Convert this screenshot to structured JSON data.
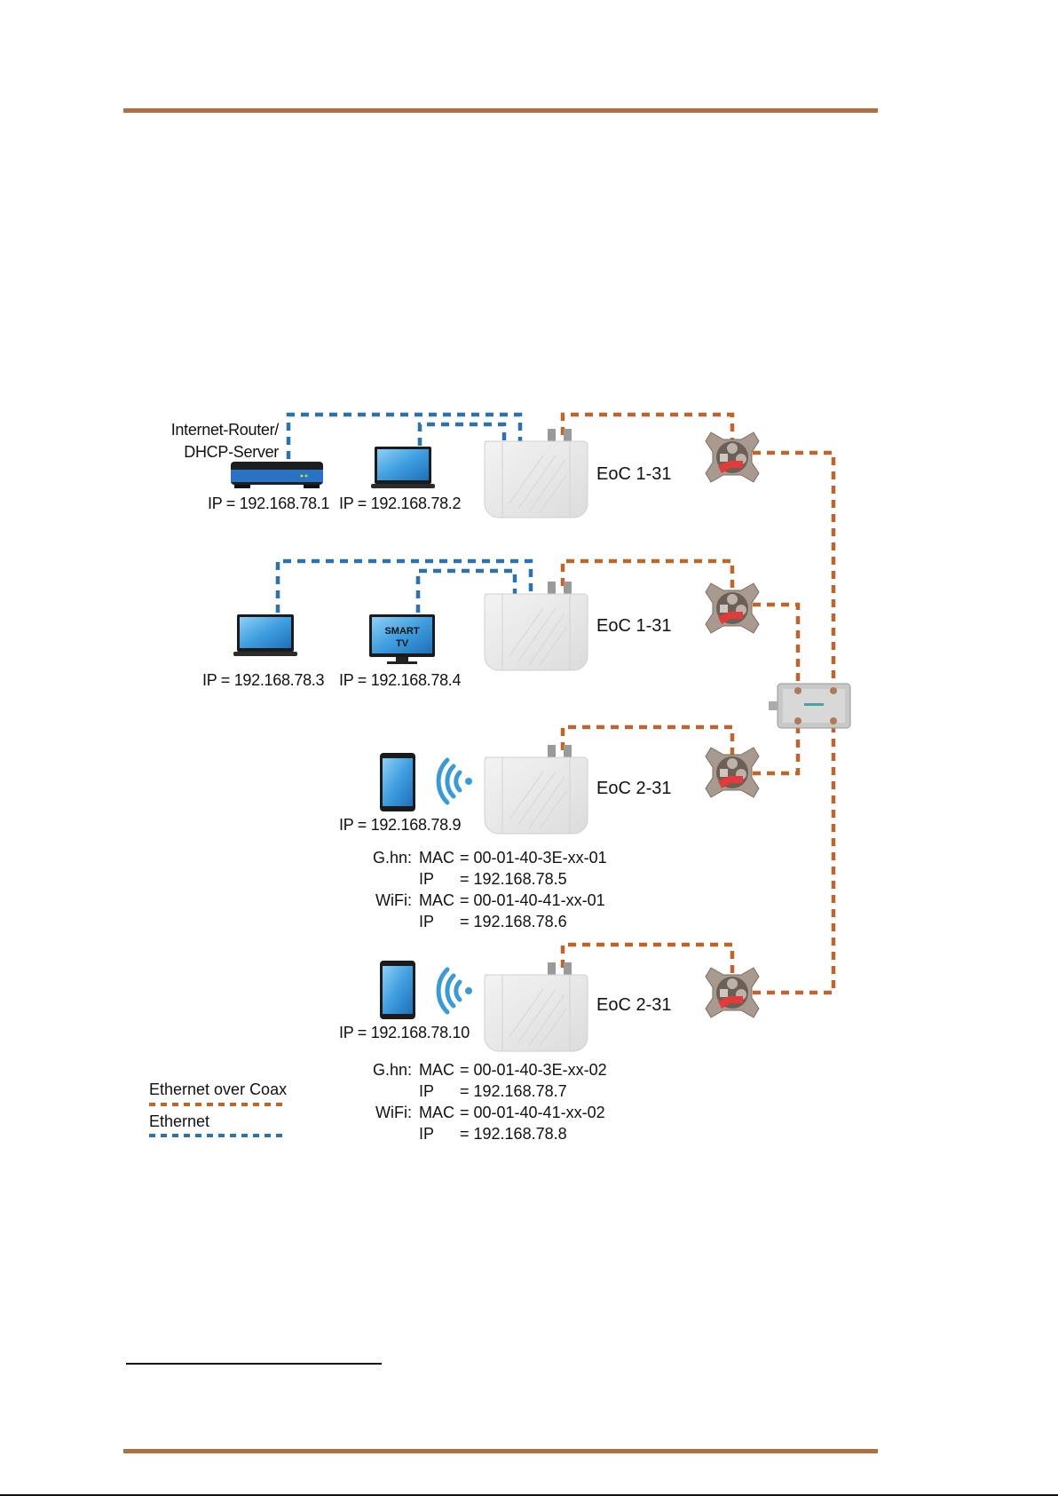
{
  "colors": {
    "rule": "#b07040",
    "coax": "#c0642a",
    "ethernet": "#2a72b0",
    "device": "#e9e9e9",
    "wifi": "#3a9ad6"
  },
  "router": {
    "label_line1": "Internet-Router/",
    "label_line2": "DHCP-Server",
    "ip": "IP = 192.168.78.1",
    "icon": "router-icon"
  },
  "laptop1": {
    "ip": "IP = 192.168.78.2",
    "icon": "laptop-icon"
  },
  "laptop2": {
    "ip": "IP = 192.168.78.3",
    "icon": "laptop-icon"
  },
  "smart_tv": {
    "screen_line1": "SMART",
    "screen_line2": "TV",
    "ip": "IP = 192.168.78.4",
    "icon": "tv-icon"
  },
  "phone1": {
    "ip": "IP = 192.168.78.9",
    "icon": "smartphone-icon"
  },
  "phone2": {
    "ip": "IP = 192.168.78.10",
    "icon": "smartphone-icon"
  },
  "eoc_units": [
    {
      "label": "EoC 1-31"
    },
    {
      "label": "EoC 1-31"
    },
    {
      "label": "EoC 2-31"
    },
    {
      "label": "EoC 2-31"
    }
  ],
  "eoc3_info": [
    {
      "key": "G.hn:",
      "field": "MAC",
      "value": "= 00-01-40-3E-xx-01"
    },
    {
      "key": "",
      "field": "IP",
      "value": "= 192.168.78.5"
    },
    {
      "key": "WiFi:",
      "field": "MAC",
      "value": "= 00-01-40-41-xx-01"
    },
    {
      "key": "",
      "field": "IP",
      "value": "= 192.168.78.6"
    }
  ],
  "eoc4_info": [
    {
      "key": "G.hn:",
      "field": "MAC",
      "value": "= 00-01-40-3E-xx-02"
    },
    {
      "key": "",
      "field": "IP",
      "value": "= 192.168.78.7"
    },
    {
      "key": "WiFi:",
      "field": "MAC",
      "value": "= 00-01-40-41-xx-02"
    },
    {
      "key": "",
      "field": "IP",
      "value": "= 192.168.78.8"
    }
  ],
  "legend": {
    "coax_label": "Ethernet over Coax",
    "ethernet_label": "Ethernet"
  }
}
